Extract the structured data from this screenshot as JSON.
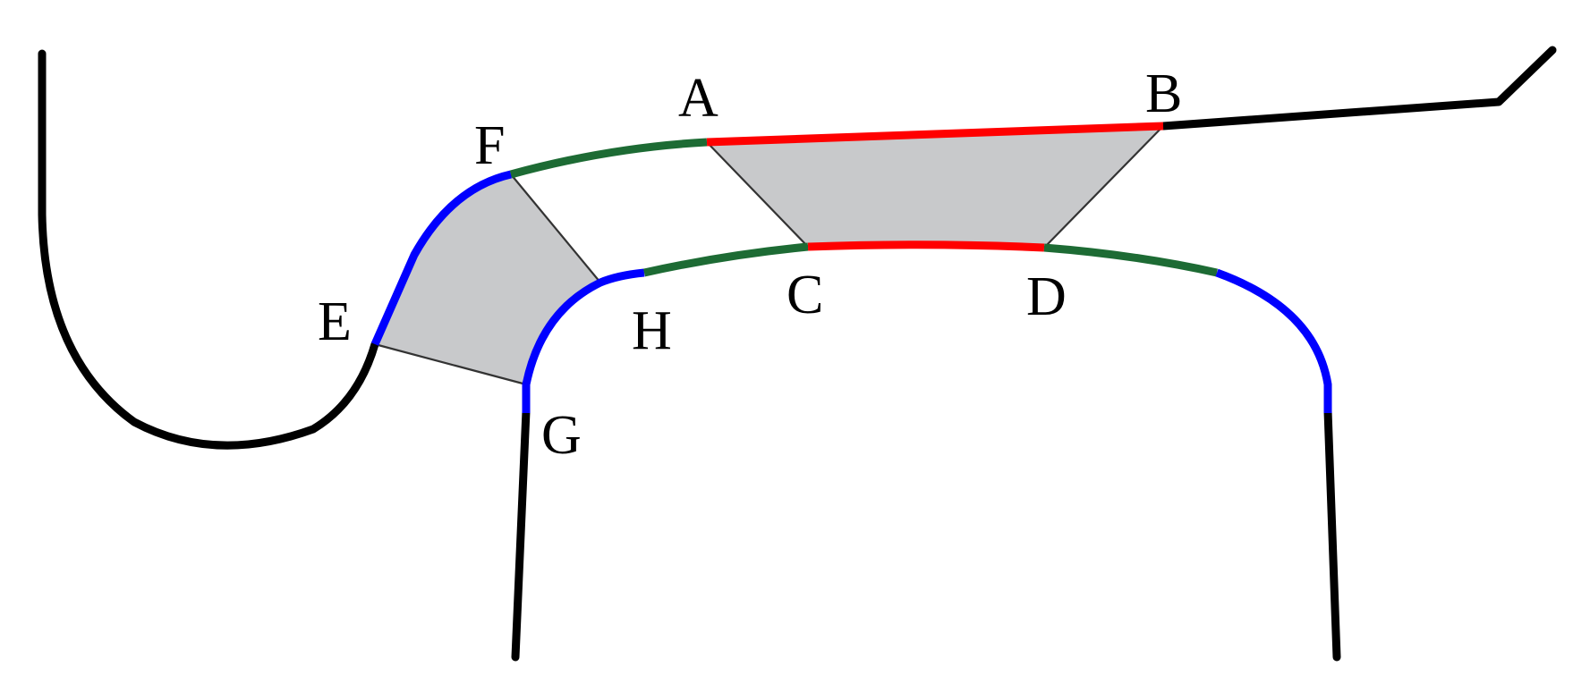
{
  "labels": {
    "A": "A",
    "B": "B",
    "C": "C",
    "D": "D",
    "E": "E",
    "F": "F",
    "G": "G",
    "H": "H"
  },
  "colors": {
    "outline": "#000000",
    "straight_segment": "#ff0000",
    "transition_segment": "#1d6b34",
    "arc_segment": "#0000ff",
    "shaded_region": "#c8c9cb",
    "connector_line": "#333333",
    "background": "#ffffff"
  }
}
